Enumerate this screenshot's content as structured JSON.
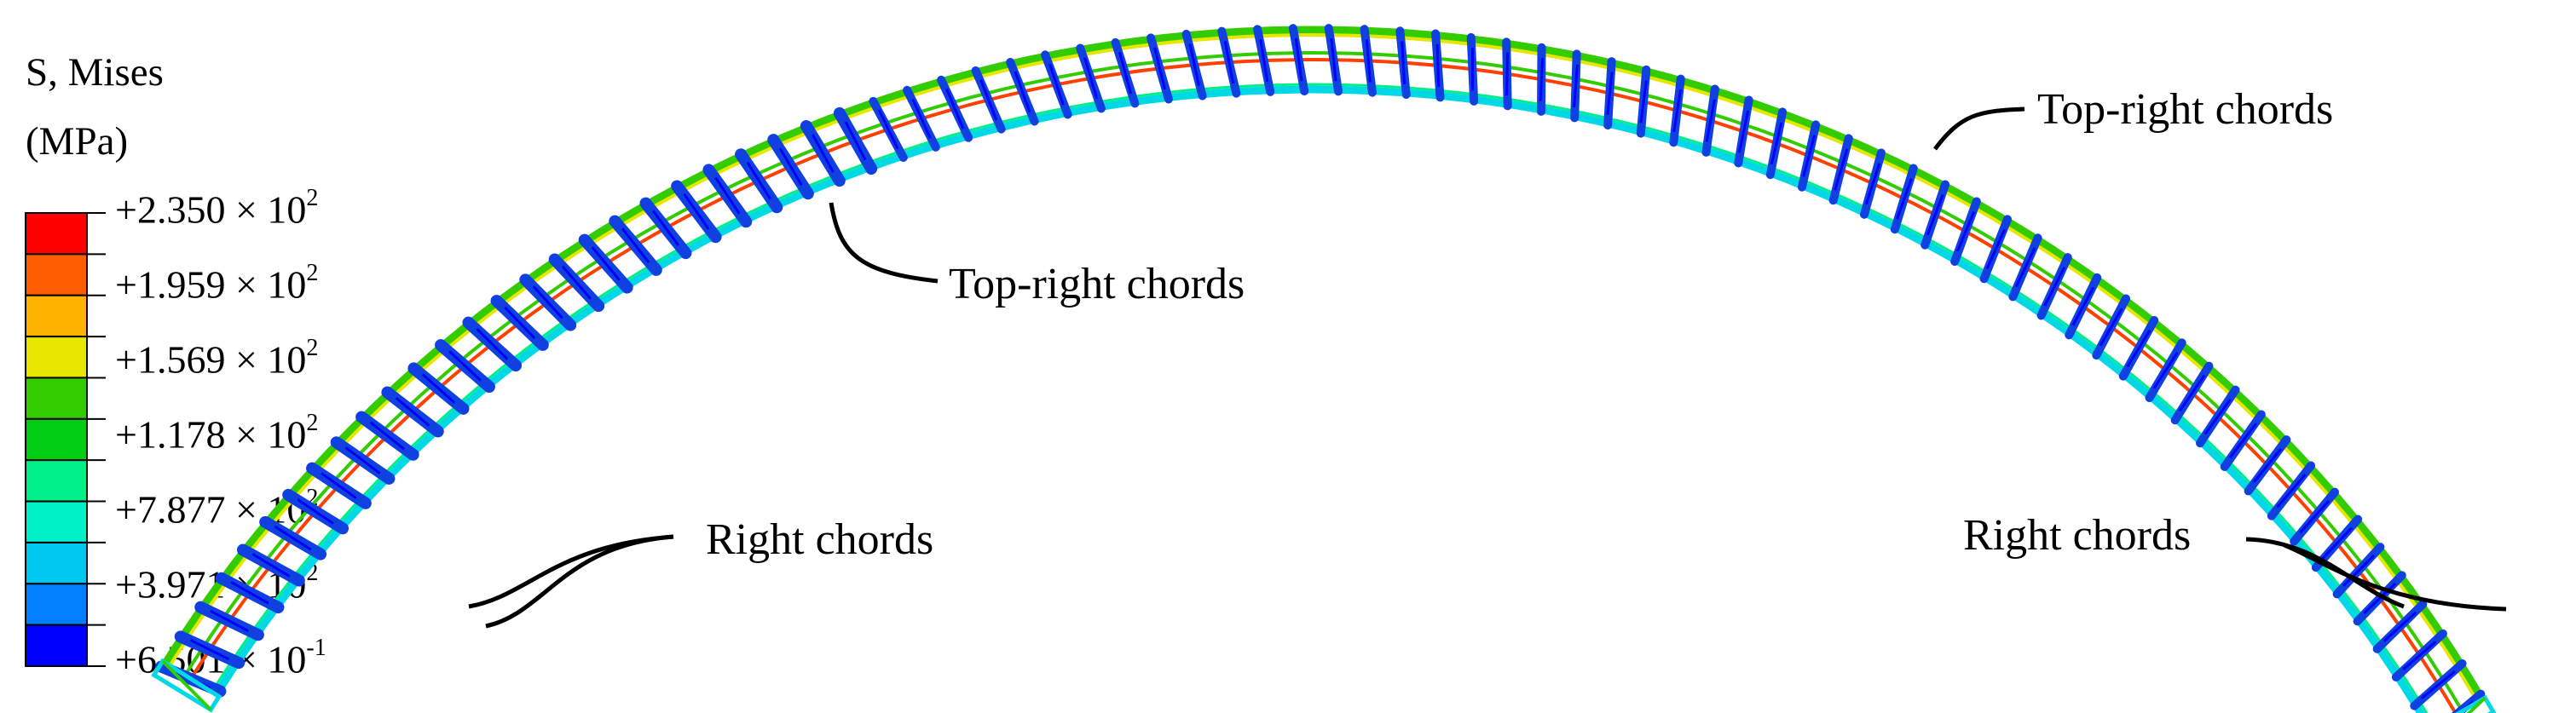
{
  "legend": {
    "title_line1": "S, Mises",
    "title_line2": "(MPa)",
    "colors": [
      "#ff0000",
      "#ff5e00",
      "#ffb300",
      "#e6e600",
      "#33cc00",
      "#00cc11",
      "#00ee88",
      "#00f0c8",
      "#00c8f0",
      "#0080ff",
      "#0000ff"
    ],
    "values": [
      {
        "mantissa": "+2.350",
        "exp": "2"
      },
      {
        "mantissa": "+1.959",
        "exp": "2"
      },
      {
        "mantissa": "+1.569",
        "exp": "2"
      },
      {
        "mantissa": "+1.178",
        "exp": "2"
      },
      {
        "mantissa": "+7.877",
        "exp": "2"
      },
      {
        "mantissa": "+3.971",
        "exp": "2"
      },
      {
        "mantissa": "+6.501",
        "exp": "-1"
      }
    ]
  },
  "callouts": {
    "top_left": "Top-right chords",
    "top_right": "Top-right chords",
    "bottom_left": "Right chords",
    "bottom_right": "Right chords"
  },
  "model_colors": {
    "outer_chord_a": "#33cc00",
    "outer_chord_b": "#e6e600",
    "inner_chord_a": "#00d8e6",
    "inner_chord_b": "#00ee88",
    "mid_chord": "#ff4000",
    "web_members": "#1040e0",
    "web_highlight": "#0000ff"
  }
}
